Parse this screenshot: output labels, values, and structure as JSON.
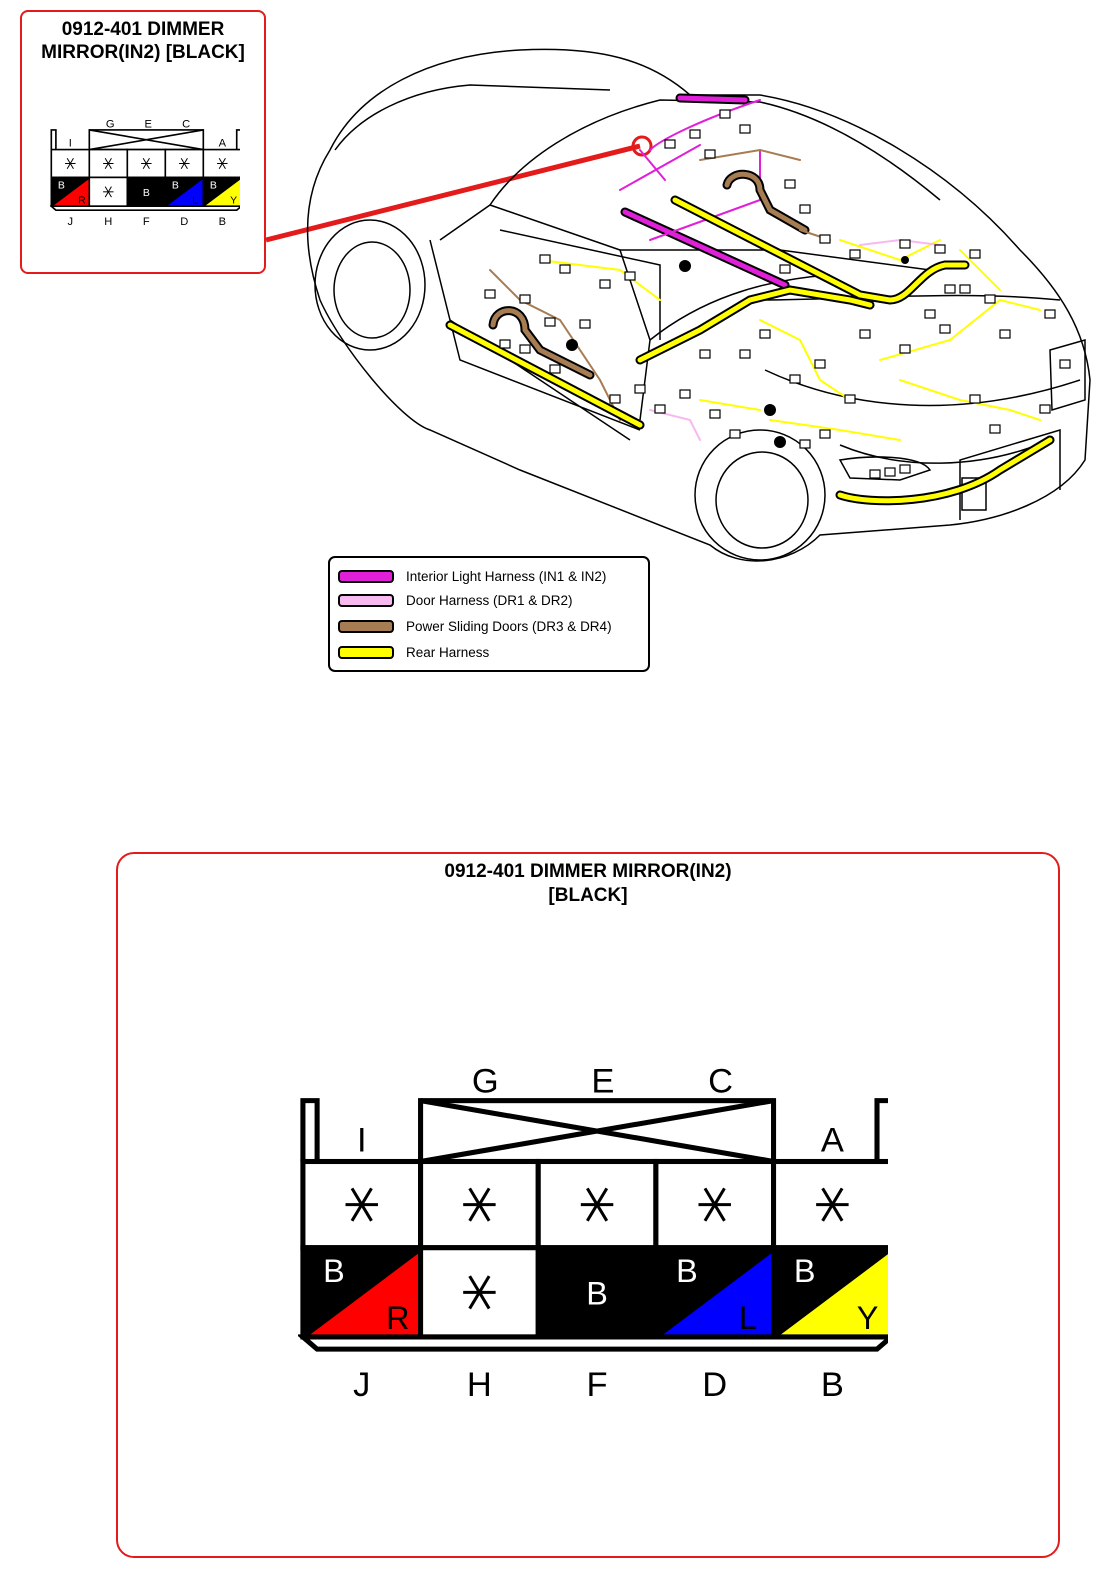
{
  "callout": {
    "title_line1": "0912-401 DIMMER",
    "title_line2": "MIRROR(IN2) [BLACK]"
  },
  "main": {
    "title_line1": "0912-401 DIMMER MIRROR(IN2)",
    "title_line2": "[BLACK]"
  },
  "connector": {
    "top_letters": [
      "G",
      "E",
      "C"
    ],
    "side_letters": {
      "left": "I",
      "right": "A"
    },
    "bottom_letters": [
      "J",
      "H",
      "F",
      "D",
      "B"
    ],
    "top_row_marks": [
      "*",
      "*",
      "*",
      "*",
      "*"
    ],
    "bottom_row": [
      {
        "pin": "J",
        "primary": "B",
        "secondary": "R",
        "secondary_color": "#ff0000"
      },
      {
        "pin": "H",
        "primary": "*",
        "secondary": "",
        "secondary_color": ""
      },
      {
        "pin": "F",
        "primary": "B",
        "secondary": "",
        "secondary_color": ""
      },
      {
        "pin": "D",
        "primary": "B",
        "secondary": "L",
        "secondary_color": "#0000ff"
      },
      {
        "pin": "B",
        "primary": "B",
        "secondary": "Y",
        "secondary_color": "#ffff00"
      }
    ]
  },
  "legend": {
    "items": [
      {
        "label": "Interior Light Harness (IN1 & IN2)",
        "color": "#e020d8"
      },
      {
        "label": "Door Harness (DR1 & DR2)",
        "color": "#f8b8f0"
      },
      {
        "label": "Power Sliding Doors (DR3 & DR4)",
        "color": "#a67c52"
      },
      {
        "label": "Rear Harness",
        "color": "#ffff00"
      }
    ]
  },
  "colors": {
    "frame_red": "#e31b1b",
    "wire_black": "#000000"
  }
}
